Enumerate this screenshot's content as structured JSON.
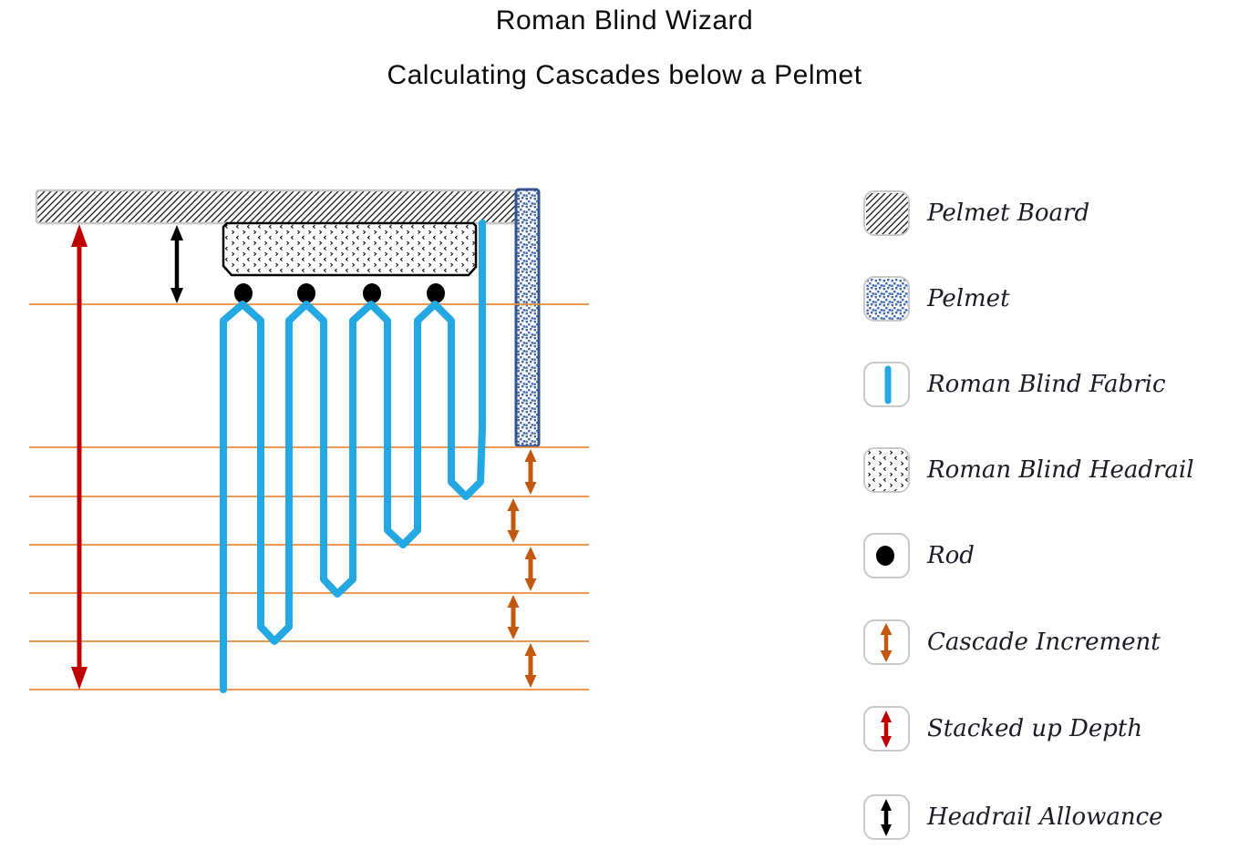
{
  "title": "Roman Blind Wizard",
  "subtitle": "Calculating Cascades below a Pelmet",
  "legend": {
    "items": [
      {
        "label": "Pelmet Board",
        "icon": "pelmet-board-hatch-swatch"
      },
      {
        "label": "Pelmet",
        "icon": "pelmet-speckle-swatch"
      },
      {
        "label": "Roman Blind Fabric",
        "icon": "fabric-line-swatch"
      },
      {
        "label": "Roman Blind Headrail",
        "icon": "headrail-divot-swatch"
      },
      {
        "label": "Rod",
        "icon": "rod-dot-swatch"
      },
      {
        "label": "Cascade Increment",
        "icon": "orange-double-arrow-swatch",
        "color": "#C2590F"
      },
      {
        "label": "Stacked up Depth",
        "icon": "red-double-arrow-swatch",
        "color": "#C00000"
      },
      {
        "label": "Headrail Allowance",
        "icon": "black-double-arrow-swatch",
        "color": "#000000"
      }
    ]
  },
  "diagram": {
    "rod_count": 4,
    "cascade_increment_arrow_count": 5,
    "guide_line_count": 7,
    "colors": {
      "fabric_blue": "#23A8E4",
      "pelmet_blue_border": "#34558B",
      "pelmet_speckle_blue": "#4168AE",
      "guide_line_orange": "#E78C3C",
      "cascade_arrow_orange": "#C2590F",
      "stacked_depth_red": "#C00000",
      "headrail_allowance_black": "#000000",
      "board_border_grey": "#C6C6C6"
    }
  }
}
